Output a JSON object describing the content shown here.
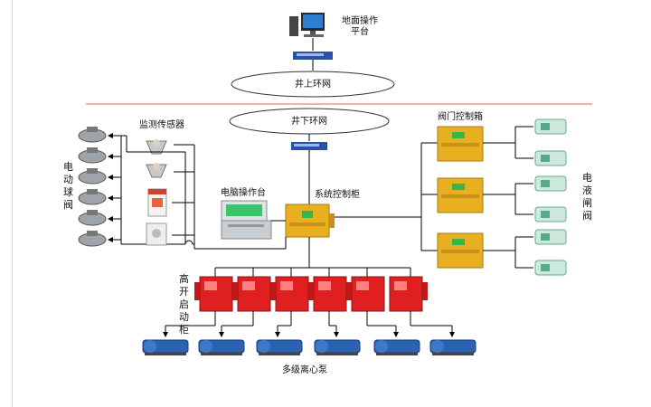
{
  "labels": {
    "surface_platform": "地面操作平台",
    "upper_ring": "井上环网",
    "lower_ring": "井下环网",
    "monitor_sensor": "监测传感器",
    "valve_control_box": "阀门控制箱",
    "computer_console": "电脑操作台",
    "system_control_cabinet": "系统控制柜",
    "electric_ball_valve": "电动球阀",
    "electro_hydraulic_gate_valve": "电液闸阀",
    "hv_start_cabinet": "高开启动柜",
    "multistage_pump": "多级离心泵"
  },
  "colors": {
    "cabinet": "#e8b020",
    "hv_cabinet": "#e02020",
    "pump": "#2c63b0",
    "switch": "#2a50a8",
    "divider": "#e66060"
  }
}
